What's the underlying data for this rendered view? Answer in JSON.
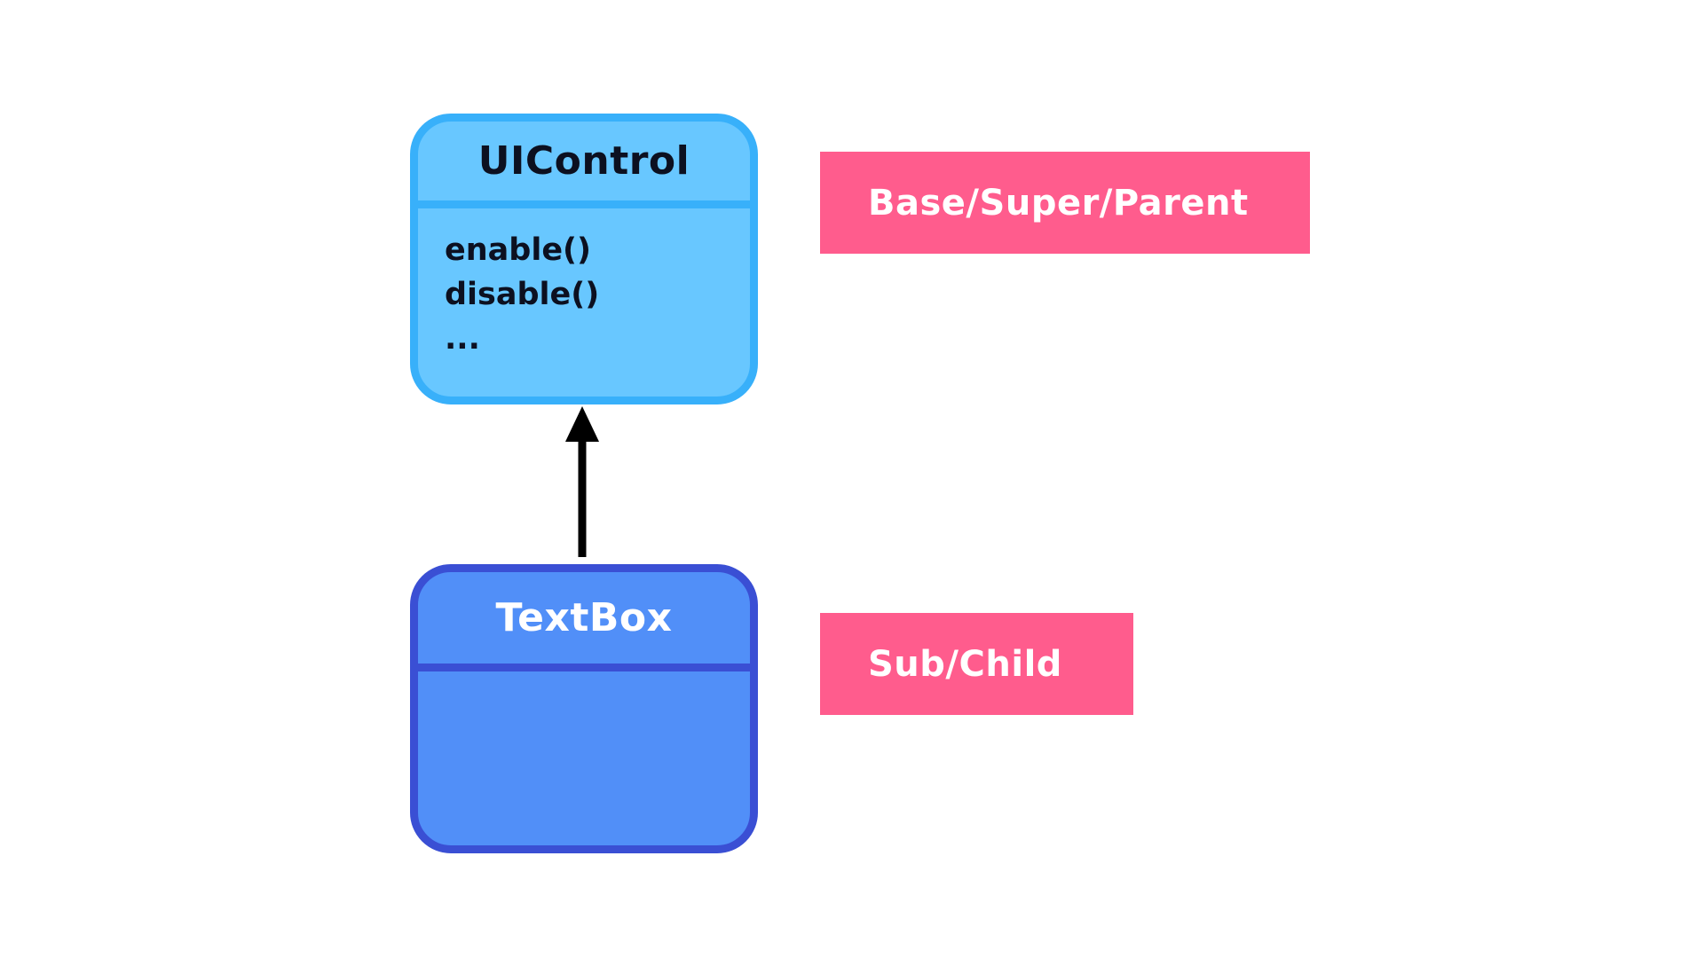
{
  "parent_class": {
    "name": "UIControl",
    "methods": [
      "enable()",
      "disable()",
      "..."
    ],
    "fill_color": "#68c7ff",
    "border_color": "#38b0fa"
  },
  "child_class": {
    "name": "TextBox",
    "methods": [],
    "fill_color": "#518ff8",
    "border_color": "#3a4fd4"
  },
  "relationship": {
    "type": "inheritance",
    "from": "TextBox",
    "to": "UIControl",
    "arrow_color": "#000000"
  },
  "labels": {
    "base": "Base/Super/Parent",
    "sub": "Sub/Child",
    "label_color": "#ff5c8d"
  }
}
